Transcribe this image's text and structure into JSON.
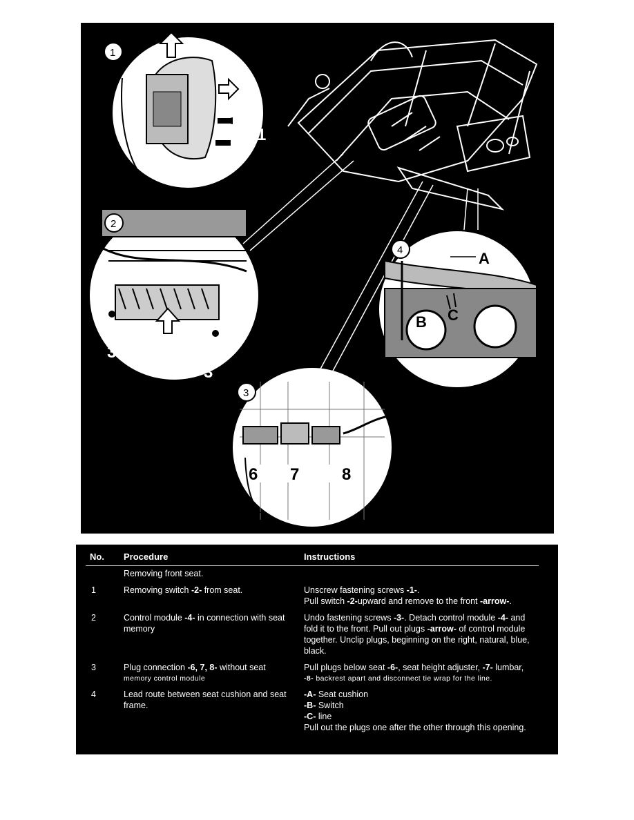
{
  "figure": {
    "callouts": {
      "c1_circle": "1",
      "c1_bold": "1",
      "c2_top": "2",
      "c2_circle": "2",
      "c3_circle": "3",
      "c3_left": "3",
      "c3_right": "3",
      "c4_bold": "4",
      "c4_circle": "4",
      "c6": "6",
      "c7": "7",
      "c8": "8",
      "cA": "A",
      "cB": "B",
      "cC": "C"
    }
  },
  "table": {
    "headers": {
      "no": "No.",
      "procedure": "Procedure",
      "instructions": "Instructions"
    },
    "rows": [
      {
        "no": "",
        "procedure": "Removing front seat.",
        "instructions": []
      },
      {
        "no": "1",
        "procedure": "Removing switch -2- from seat.",
        "instructions": [
          "Unscrew fastening screws -1-.",
          "Pull switch -2-upward and remove to the front -arrow-."
        ]
      },
      {
        "no": "2",
        "procedure": "Control module -4- in connection with seat memory",
        "instructions": [
          "Undo fastening screws -3-.  Detach control module -4- and fold it to the front.  Pull out plugs -arrow- of control module together. Unclip plugs, beginning on the right, natural, blue, black."
        ]
      },
      {
        "no": "3",
        "procedure_line1": "Plug connection -6, 7, 8- without seat",
        "procedure_line2": "memory control module",
        "instructions": [
          "Pull plugs below seat -6-, seat height adjuster, -7- lumbar,",
          "-8- backrest apart and disconnect tie wrap for the line."
        ]
      },
      {
        "no": "4",
        "procedure": "Lead route between seat cushion and seat frame.",
        "instructions": [
          "-A- Seat cushion",
          "-B- Switch",
          "-C- line",
          "Pull out the plugs one after the other through this opening."
        ]
      }
    ]
  }
}
